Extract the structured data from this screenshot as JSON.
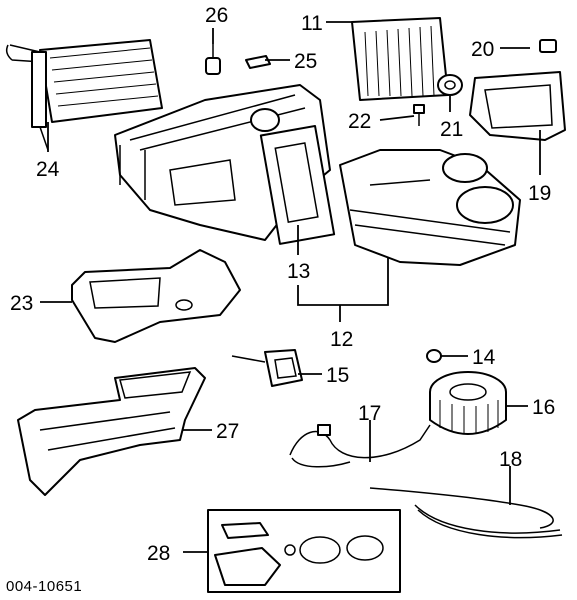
{
  "document_code": "004-10651",
  "callouts": {
    "c11": "11",
    "c12": "12",
    "c13": "13",
    "c14": "14",
    "c15": "15",
    "c16": "16",
    "c17": "17",
    "c18": "18",
    "c19": "19",
    "c20": "20",
    "c21": "21",
    "c22": "22",
    "c23": "23",
    "c24": "24",
    "c25": "25",
    "c26": "26",
    "c27": "27",
    "c28": "28"
  }
}
